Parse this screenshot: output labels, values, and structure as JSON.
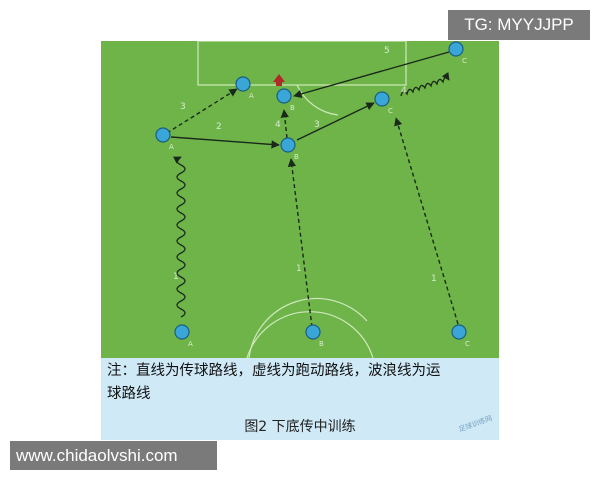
{
  "watermark_tg": "TG: MYYJJPP",
  "watermark_site": "www.chidaolvshi.com",
  "small_watermark": "足球训练网",
  "note_line1": "注：直线为传球路线，虚线为跑动路线，波浪线为运",
  "note_line2": "球路线",
  "caption": "图2  下底传中训练",
  "players": [
    {
      "id": "p-bottom-left",
      "label": "A"
    },
    {
      "id": "p-bottom-mid",
      "label": "B"
    },
    {
      "id": "p-bottom-right",
      "label": "C"
    },
    {
      "id": "p-left-mid",
      "label": "A"
    },
    {
      "id": "p-center",
      "label": "B"
    },
    {
      "id": "p-box-left",
      "label": "A"
    },
    {
      "id": "p-box-center",
      "label": "B"
    },
    {
      "id": "p-box-right",
      "label": "C"
    },
    {
      "id": "p-top-right",
      "label": "C"
    }
  ],
  "path_numbers": [
    "1",
    "1",
    "1",
    "2",
    "3",
    "3",
    "4",
    "4",
    "5"
  ],
  "colors": {
    "pitch": "#6fb449",
    "player": "#3aa6d8",
    "arrow": "#1a2a1a",
    "note_bg": "#cfe9f7"
  }
}
